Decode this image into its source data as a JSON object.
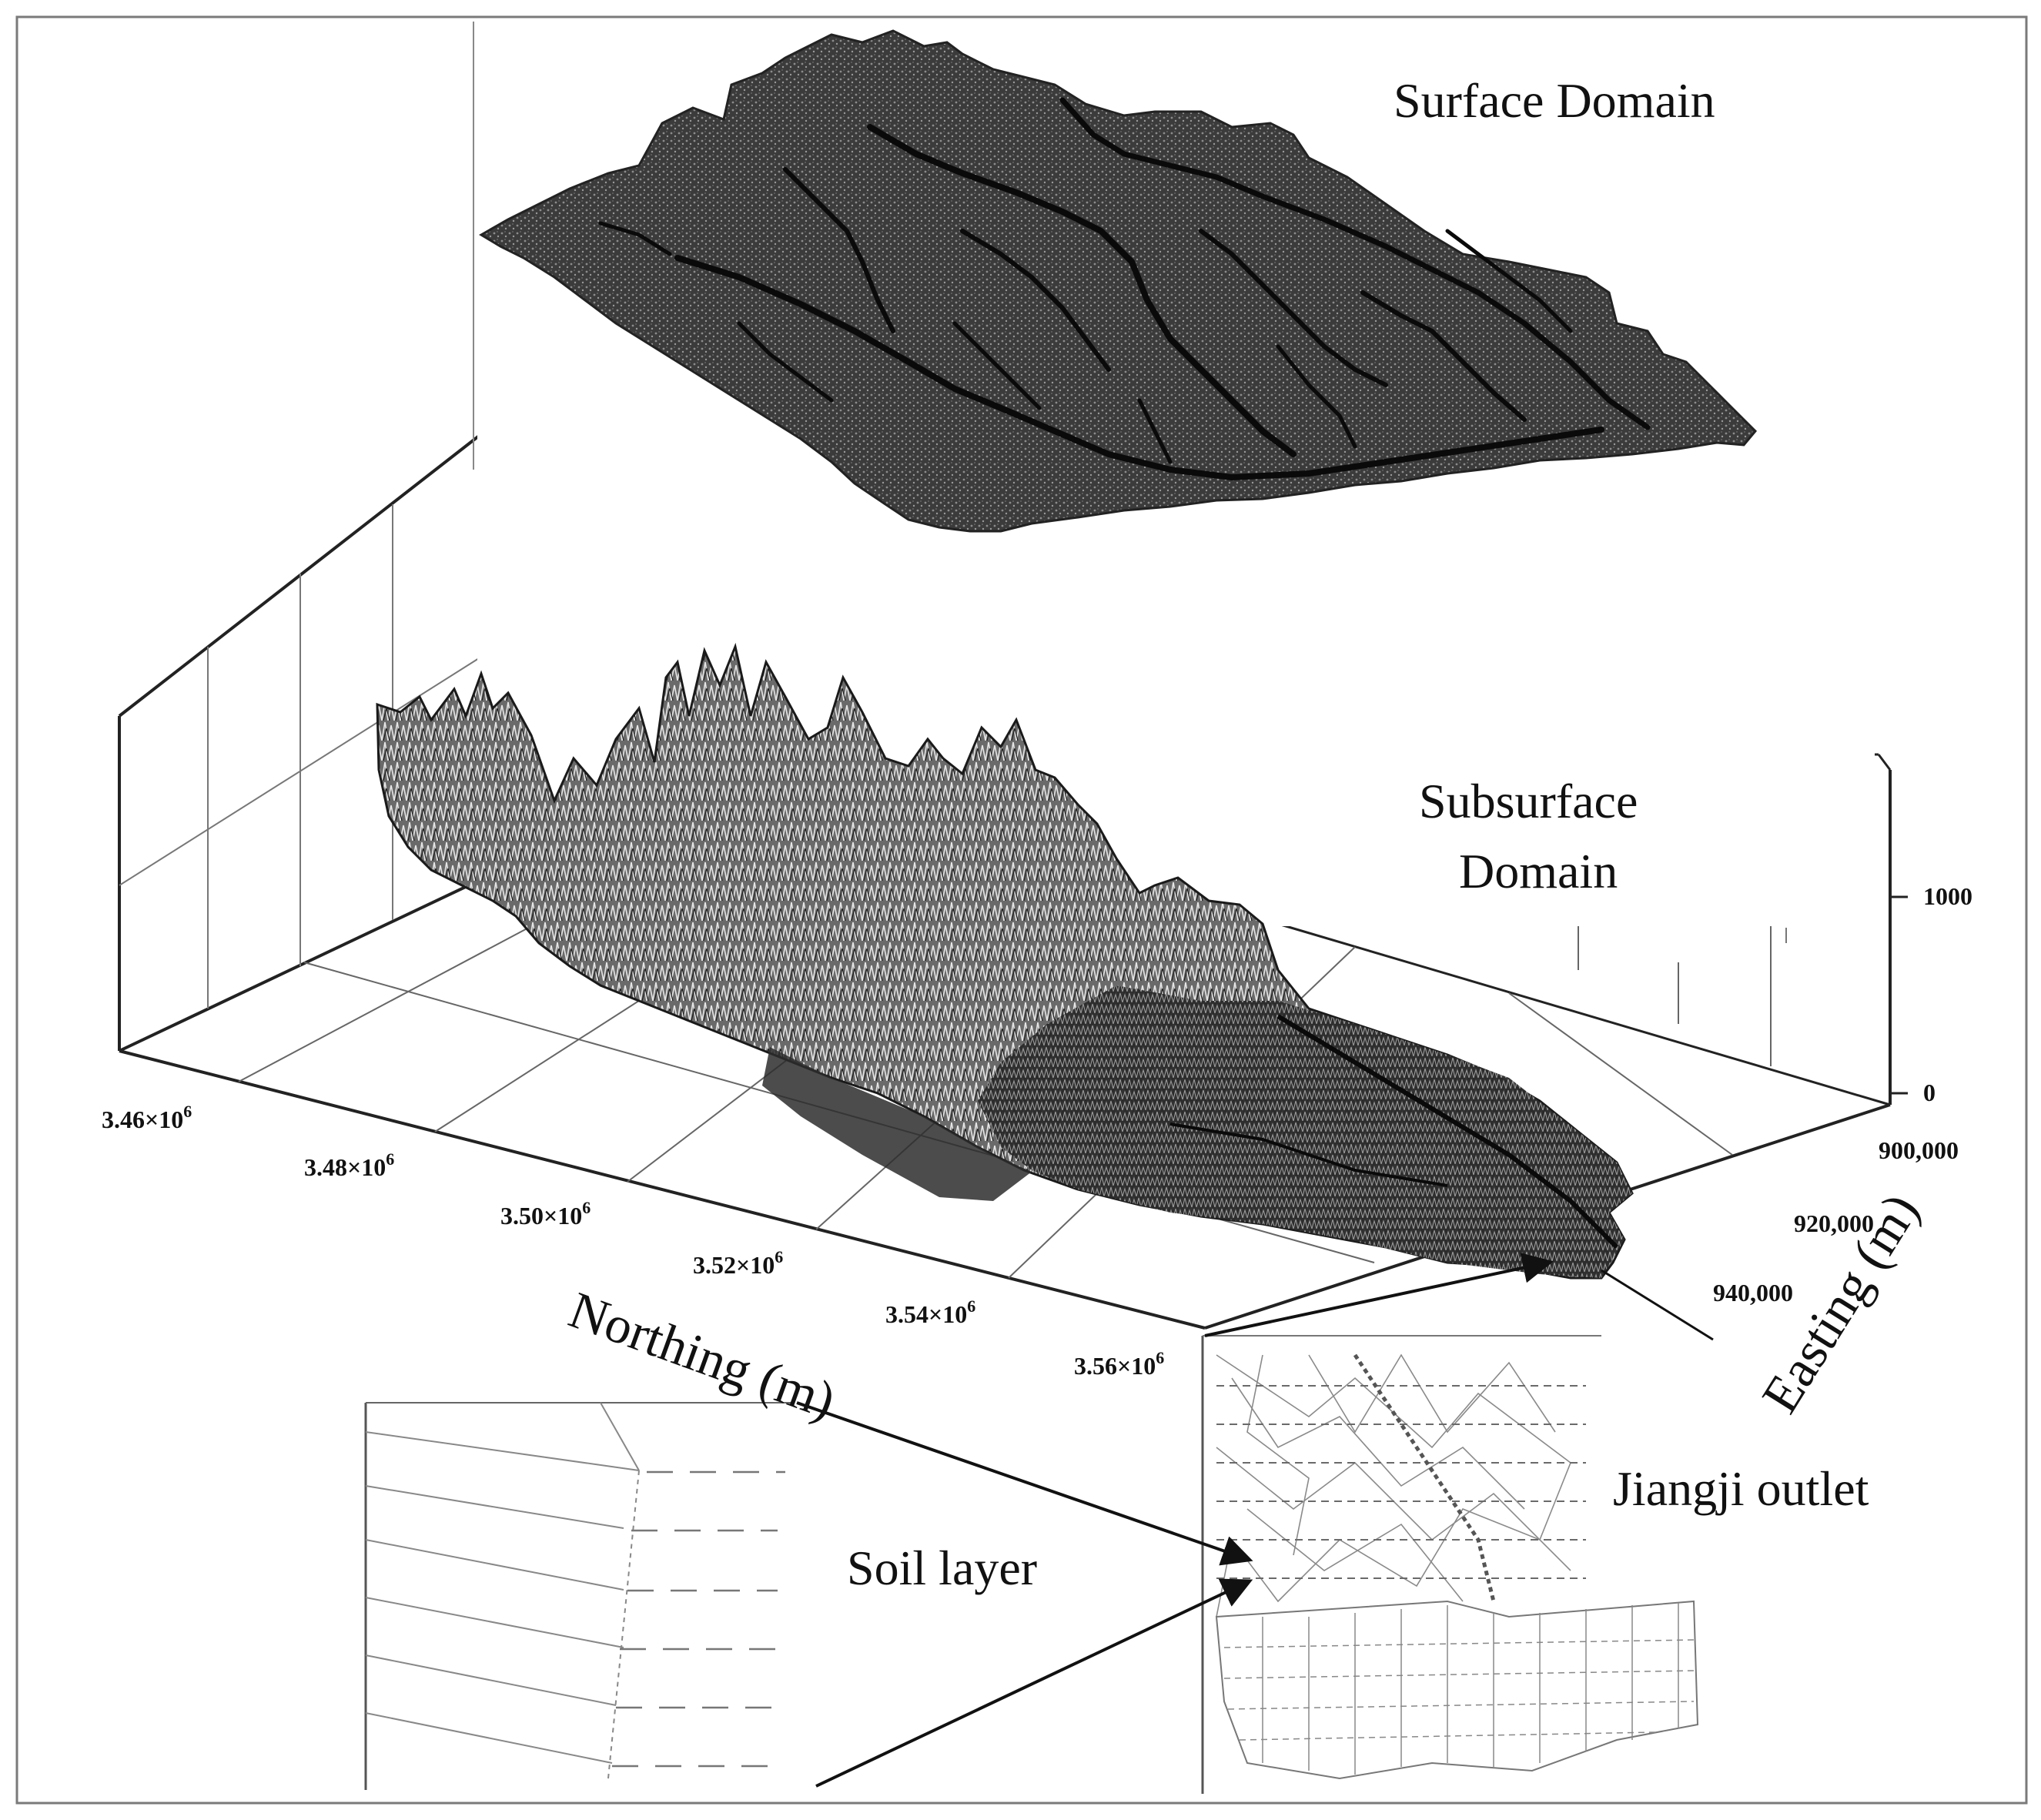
{
  "labels": {
    "surface_domain": "Surface Domain",
    "subsurface_line1": "Subsurface",
    "subsurface_line2": "Domain",
    "jiangji_outlet": "Jiangji outlet",
    "soil_layer": "Soil layer"
  },
  "axes": {
    "northing_title": "Northing (m)",
    "easting_title": "Easting (m)",
    "northing_ticks": [
      {
        "mant": "3.46",
        "exp": "6"
      },
      {
        "mant": "3.48",
        "exp": "6"
      },
      {
        "mant": "3.50",
        "exp": "6"
      },
      {
        "mant": "3.52",
        "exp": "6"
      },
      {
        "mant": "3.54",
        "exp": "6"
      },
      {
        "mant": "3.56",
        "exp": "6"
      }
    ],
    "easting_ticks": [
      "900,000",
      "920,000",
      "940,000"
    ],
    "elevation_ticks": [
      "1000",
      "0"
    ]
  },
  "colors": {
    "surface_fill": "#3a3a3a",
    "ink": "#111111",
    "mesh_line": "#8a8a8a",
    "grid_line": "#555555"
  }
}
